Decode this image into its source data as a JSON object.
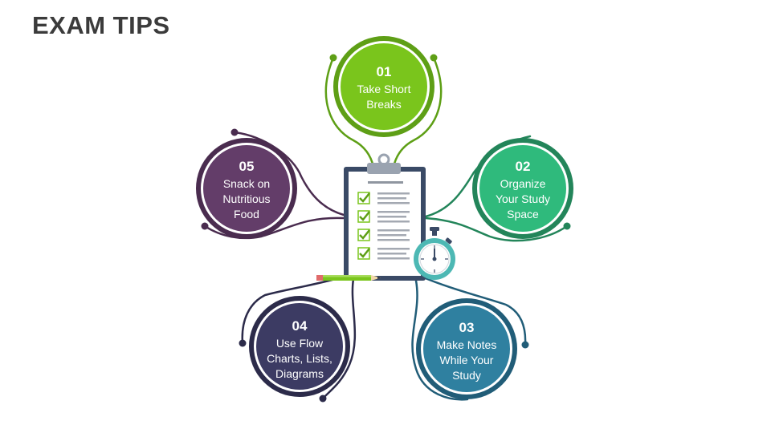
{
  "title": "EXAM TIPS",
  "tips": [
    {
      "number": "01",
      "text": "Take Short Breaks",
      "color": "#7ac51c"
    },
    {
      "number": "02",
      "text": "Organize Your Study Space",
      "color": "#2fba7c"
    },
    {
      "number": "03",
      "text": "Make Notes While Your Study",
      "color": "#2f80a0"
    },
    {
      "number": "04",
      "text": "Use Flow Charts, Lists, Diagrams",
      "color": "#3c3b63"
    },
    {
      "number": "05",
      "text": "Snack on Nutritious Food",
      "color": "#633d69"
    }
  ],
  "colors": {
    "title": "#3b3b3b",
    "clipboard_frame": "#3a4a66",
    "checkbox": "#7ac51c",
    "stopwatch": "#4db8b4",
    "pencil": "#7ac51c"
  },
  "icons": [
    "clipboard-icon",
    "checkmark-icon",
    "stopwatch-icon",
    "pencil-icon"
  ]
}
